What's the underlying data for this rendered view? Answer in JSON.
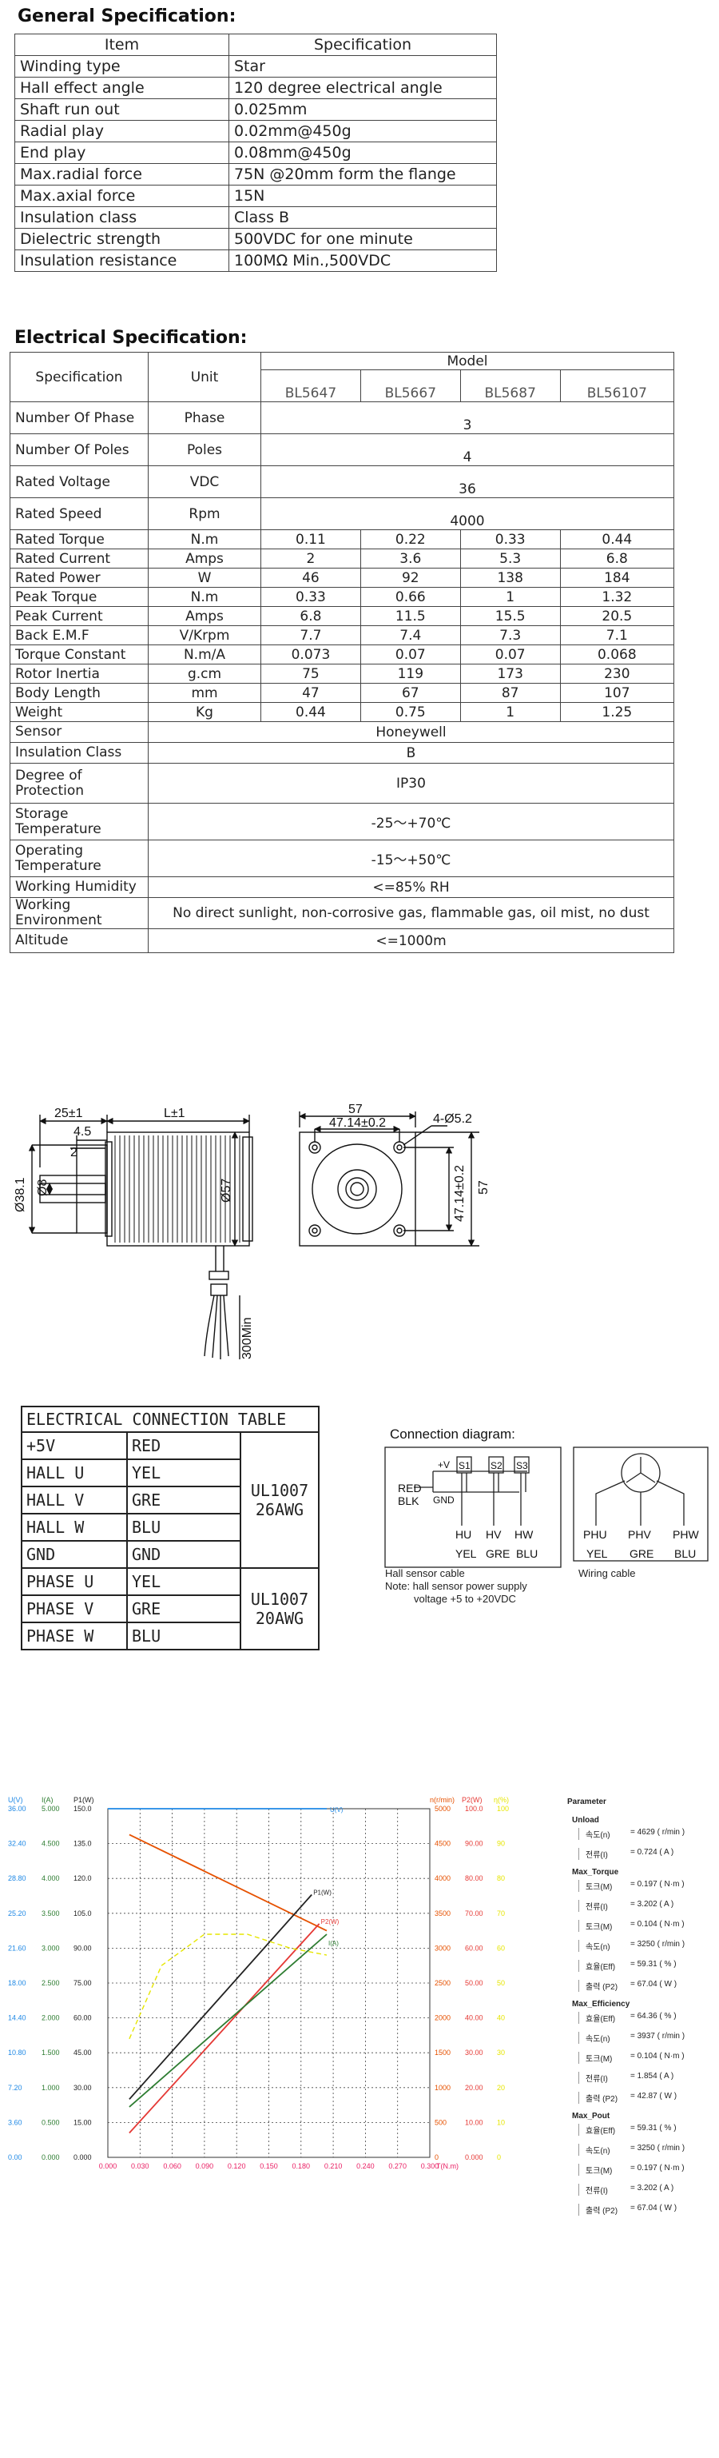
{
  "general": {
    "title": "General Specification:",
    "header": [
      "Item",
      "Specification"
    ],
    "rows": [
      [
        "Winding type",
        "Star"
      ],
      [
        "Hall effect angle",
        "120 degree electrical angle"
      ],
      [
        "Shaft run out",
        "0.025mm"
      ],
      [
        "Radial play",
        "0.02mm@450g"
      ],
      [
        "End play",
        "0.08mm@450g"
      ],
      [
        "Max.radial force",
        "75N @20mm form the flange"
      ],
      [
        "Max.axial force",
        "15N"
      ],
      [
        "Insulation class",
        "Class B"
      ],
      [
        "Dielectric strength",
        "500VDC for one minute"
      ],
      [
        "Insulation resistance",
        "100MΩ Min.,500VDC"
      ]
    ]
  },
  "electrical": {
    "title": "Electrical Specification:",
    "h_spec": "Specification",
    "h_unit": "Unit",
    "h_model": "Model",
    "models": [
      "BL5647",
      "BL5667",
      "BL5687",
      "BL56107"
    ],
    "shared_rows": [
      {
        "label": "Number Of Phase",
        "unit": "Phase",
        "value": "3"
      },
      {
        "label": "Number Of Poles",
        "unit": "Poles",
        "value": "4"
      },
      {
        "label": "Rated Voltage",
        "unit": "VDC",
        "value": "36"
      },
      {
        "label": "Rated Speed",
        "unit": "Rpm",
        "value": "4000"
      }
    ],
    "rows": [
      {
        "label": "Rated Torque",
        "unit": "N.m",
        "values": [
          "0.11",
          "0.22",
          "0.33",
          "0.44"
        ]
      },
      {
        "label": "Rated Current",
        "unit": "Amps",
        "values": [
          "2",
          "3.6",
          "5.3",
          "6.8"
        ]
      },
      {
        "label": "Rated Power",
        "unit": "W",
        "values": [
          "46",
          "92",
          "138",
          "184"
        ]
      },
      {
        "label": "Peak Torque",
        "unit": "N.m",
        "values": [
          "0.33",
          "0.66",
          "1",
          "1.32"
        ]
      },
      {
        "label": "Peak Current",
        "unit": "Amps",
        "values": [
          "6.8",
          "11.5",
          "15.5",
          "20.5"
        ]
      },
      {
        "label": "Back E.M.F",
        "unit": "V/Krpm",
        "values": [
          "7.7",
          "7.4",
          "7.3",
          "7.1"
        ]
      },
      {
        "label": "Torque Constant",
        "unit": "N.m/A",
        "values": [
          "0.073",
          "0.07",
          "0.07",
          "0.068"
        ]
      },
      {
        "label": "Rotor Inertia",
        "unit": "g.cm",
        "values": [
          "75",
          "119",
          "173",
          "230"
        ]
      },
      {
        "label": "Body Length",
        "unit": "mm",
        "values": [
          "47",
          "67",
          "87",
          "107"
        ]
      },
      {
        "label": "Weight",
        "unit": "Kg",
        "values": [
          "0.44",
          "0.75",
          "1",
          "1.25"
        ]
      }
    ],
    "wide_rows": [
      {
        "label": "Sensor",
        "value": "Honeywell"
      },
      {
        "label": "Insulation Class",
        "value": "B"
      },
      {
        "label": "Degree of Protection",
        "value": "IP30"
      },
      {
        "label": "Storage Temperature",
        "value": "-25～+70℃"
      },
      {
        "label": "Operating Temperature",
        "value": "-15～+50℃"
      },
      {
        "label": "Working Humidity",
        "value": "<=85% RH"
      },
      {
        "label": "Working Environment",
        "value": "No direct sunlight, non-corrosive gas, flammable gas, oil mist, no dust"
      },
      {
        "label": "Altitude",
        "value": "<=1000m"
      }
    ]
  },
  "drawing": {
    "dims": {
      "d1": "25±1",
      "d2": "L±1",
      "d3": "4.5",
      "d4": "2",
      "d5": "Ø38.1",
      "d6": "Ø8",
      "d7": "Ø57",
      "d8": "300Min",
      "d9": "57",
      "d10": "47.14±0.2",
      "d11": "4-Ø5.2",
      "d12": "47.14±0.2",
      "d13": "57"
    }
  },
  "connection_table": {
    "title": "ELECTRICAL CONNECTION TABLE",
    "rows": [
      [
        "+5V",
        "RED"
      ],
      [
        "HALL U",
        "YEL"
      ],
      [
        "HALL V",
        "GRE"
      ],
      [
        "HALL W",
        "BLU"
      ],
      [
        "GND",
        "GND"
      ],
      [
        "PHASE U",
        "YEL"
      ],
      [
        "PHASE V",
        "GRE"
      ],
      [
        "PHASE W",
        "BLU"
      ]
    ],
    "group1": "UL1007 26AWG",
    "group2": "UL1007 20AWG"
  },
  "connection_diagram": {
    "title": "Connection diagram:",
    "red": "RED",
    "blk": "BLK",
    "plus": "+V",
    "gnd": "GND",
    "s1": "S1",
    "s2": "S2",
    "s3": "S3",
    "hu": "HU",
    "hv": "HV",
    "hw": "HW",
    "yel": "YEL",
    "gre": "GRE",
    "blu": "BLU",
    "phu": "PHU",
    "phv": "PHV",
    "phw": "PHW",
    "hall_caption": "Hall sensor cable",
    "note1": "Note: hall sensor power supply",
    "note2": "voltage +5 to +20VDC",
    "wiring_caption": "Wiring cable"
  },
  "chart_data": {
    "type": "line",
    "colors": {
      "u": "#1e88e5",
      "i": "#2e7d32",
      "p1": "#222222",
      "n": "#e65100",
      "p2": "#e53935",
      "eff": "#e6e600",
      "x": "#e91e63"
    },
    "axes": {
      "u_label": "U(V)",
      "i_label": "I(A)",
      "p1_label": "P1(W)",
      "n_label": "n(r/min)",
      "p2_label": "P2(W)",
      "eff_label": "η(%)",
      "x_label": "T(N.m)",
      "u_ticks": [
        "36.00",
        "32.40",
        "28.80",
        "25.20",
        "21.60",
        "18.00",
        "14.40",
        "10.80",
        "7.20",
        "3.60",
        "0.00"
      ],
      "i_ticks": [
        "5.000",
        "4.500",
        "4.000",
        "3.500",
        "3.000",
        "2.500",
        "2.000",
        "1.500",
        "1.000",
        "0.500",
        "0.000"
      ],
      "p1_ticks": [
        "150.0",
        "135.0",
        "120.0",
        "105.0",
        "90.00",
        "75.00",
        "60.00",
        "45.00",
        "30.00",
        "15.00",
        "0.000"
      ],
      "n_ticks": [
        "5000",
        "4500",
        "4000",
        "3500",
        "3000",
        "2500",
        "2000",
        "1500",
        "1000",
        "500",
        "0"
      ],
      "p2_ticks": [
        "100.0",
        "90.00",
        "80.00",
        "70.00",
        "60.00",
        "50.00",
        "40.00",
        "30.00",
        "20.00",
        "10.00",
        "0.000"
      ],
      "eff_ticks": [
        "100",
        "90",
        "80",
        "70",
        "60",
        "50",
        "40",
        "30",
        "20",
        "10",
        "0"
      ],
      "x_ticks": [
        "0.000",
        "0.030",
        "0.060",
        "0.090",
        "0.120",
        "0.150",
        "0.180",
        "0.210",
        "0.240",
        "0.270",
        "0.300"
      ],
      "xlim": [
        0,
        0.3
      ]
    },
    "series": [
      {
        "name": "U(V)",
        "x": [
          0.0,
          0.204
        ],
        "y": [
          36.0,
          36.0
        ]
      },
      {
        "name": "n(r/min)",
        "x": [
          0.02,
          0.204
        ],
        "y": [
          4629,
          3250
        ]
      },
      {
        "name": "P1(W)",
        "x": [
          0.02,
          0.19
        ],
        "y": [
          25,
          113
        ]
      },
      {
        "name": "P2(W)",
        "x": [
          0.02,
          0.197
        ],
        "y": [
          7,
          67
        ]
      },
      {
        "name": "I(A)",
        "x": [
          0.02,
          0.204
        ],
        "y": [
          0.724,
          3.2
        ]
      },
      {
        "name": "η(%)",
        "x": [
          0.02,
          0.05,
          0.09,
          0.13,
          0.17,
          0.204
        ],
        "y": [
          34,
          55,
          64,
          64,
          60,
          58
        ]
      }
    ],
    "curve_labels": [
      "U(V)",
      "P1(W)",
      "P2(W)",
      "I(A)"
    ]
  },
  "parameter": {
    "title": "Parameter",
    "sections": [
      {
        "name": "Unload",
        "items": [
          [
            "속도(n)",
            "= 4629 ( r/min )"
          ],
          [
            "전류(I)",
            "= 0.724 ( A )"
          ]
        ]
      },
      {
        "name": "Max_Torque",
        "items": [
          [
            "토크(M)",
            "= 0.197 ( N·m )"
          ],
          [
            "전류(I)",
            "= 3.202 ( A )"
          ],
          [
            "토크(M)",
            "= 0.104 ( N·m )"
          ],
          [
            "속도(n)",
            "= 3250 ( r/min )"
          ],
          [
            "효율(Eff)",
            "= 59.31 ( % )"
          ],
          [
            "출력 (P2)",
            "= 67.04 ( W )"
          ]
        ]
      },
      {
        "name": "Max_Efficiency",
        "items": [
          [
            "효율(Eff)",
            "= 64.36 ( % )"
          ],
          [
            "속도(n)",
            "= 3937 ( r/min )"
          ],
          [
            "토크(M)",
            "= 0.104 ( N·m )"
          ],
          [
            "전류(I)",
            "= 1.854 ( A )"
          ],
          [
            "출력 (P2)",
            "= 42.87 ( W )"
          ]
        ]
      },
      {
        "name": "Max_Pout",
        "items": [
          [
            "효율(Eff)",
            "= 59.31 ( % )"
          ],
          [
            "속도(n)",
            "= 3250 ( r/min )"
          ],
          [
            "토크(M)",
            "= 0.197 ( N·m )"
          ],
          [
            "전류(I)",
            "= 3.202 ( A )"
          ],
          [
            "출력 (P2)",
            "= 67.04 ( W )"
          ]
        ]
      }
    ]
  }
}
